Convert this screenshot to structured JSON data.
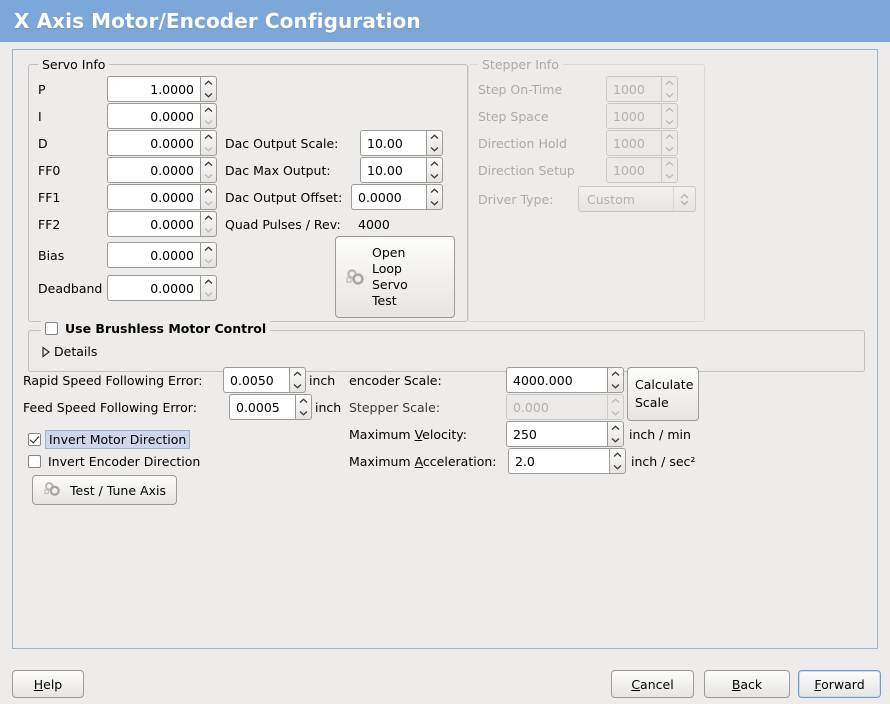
{
  "window": {
    "title": "X Axis Motor/Encoder Configuration",
    "title_bg": "#7da7d9",
    "body_bg": "#edecea"
  },
  "servo_info": {
    "legend": "Servo Info",
    "rows": [
      {
        "label": "P",
        "value": "1.0000",
        "up_enabled": true,
        "down_enabled": true
      },
      {
        "label": "I",
        "value": "0.0000",
        "up_enabled": true,
        "down_enabled": false
      },
      {
        "label": "D",
        "value": "0.0000",
        "up_enabled": true,
        "down_enabled": false
      },
      {
        "label": "FF0",
        "value": "0.0000",
        "up_enabled": true,
        "down_enabled": false
      },
      {
        "label": "FF1",
        "value": "0.0000",
        "up_enabled": true,
        "down_enabled": false
      },
      {
        "label": "FF2",
        "value": "0.0000",
        "up_enabled": true,
        "down_enabled": false
      },
      {
        "label": "Bias",
        "value": "0.0000",
        "up_enabled": true,
        "down_enabled": false
      },
      {
        "label": "Deadband",
        "value": "0.0000",
        "up_enabled": true,
        "down_enabled": false
      }
    ],
    "dac": [
      {
        "label": "Dac Output Scale:",
        "value": "10.00"
      },
      {
        "label": "Dac Max Output:",
        "value": "10.00"
      },
      {
        "label": "Dac Output Offset:",
        "value": "0.0000"
      }
    ],
    "quad_label": "Quad Pulses / Rev:",
    "quad_value": "4000",
    "open_loop_button": {
      "line1": "Open",
      "line2": "Loop",
      "line3": "Servo",
      "line4": "Test",
      "icon": "gears-icon"
    }
  },
  "stepper_info": {
    "legend": "Stepper Info",
    "enabled": false,
    "rows": [
      {
        "label": "Step On-Time",
        "value": "1000"
      },
      {
        "label": "Step Space",
        "value": "1000"
      },
      {
        "label": "Direction Hold",
        "value": "1000"
      },
      {
        "label": "Direction Setup",
        "value": "1000"
      }
    ],
    "driver_type_label": "Driver Type:",
    "driver_type_value": "Custom"
  },
  "brushless": {
    "checkbox_label": "Use Brushless Motor Control",
    "checked": false,
    "details_label": "Details",
    "details_expanded": false
  },
  "errors": {
    "rapid_label": "Rapid Speed Following Error:",
    "rapid_value": "0.0050",
    "rapid_unit": "inch",
    "feed_label": "Feed Speed Following Error:",
    "feed_value": "0.0005",
    "feed_unit": "inch"
  },
  "inverts": {
    "motor_label": "Invert Motor Direction",
    "motor_checked": true,
    "motor_focused": true,
    "encoder_label": "Invert Encoder Direction",
    "encoder_checked": false
  },
  "test_tune_button": {
    "label": "Test / Tune Axis",
    "icon": "gears-icon"
  },
  "scales": {
    "encoder_label": "encoder Scale:",
    "encoder_value": "4000.000",
    "encoder_enabled": true,
    "stepper_label": "Stepper Scale:",
    "stepper_value": "0.000",
    "stepper_enabled": false,
    "calculate_button_line1": "Calculate",
    "calculate_button_line2": "Scale",
    "max_velocity_label_pre": "Maximum ",
    "max_velocity_label_mn": "V",
    "max_velocity_label_post": "elocity:",
    "max_velocity_value": "250",
    "max_velocity_unit": "inch / min",
    "max_accel_label_pre": "Maximum ",
    "max_accel_label_mn": "A",
    "max_accel_label_post": "cceleration:",
    "max_accel_value": "2.0",
    "max_accel_unit": "inch / sec²"
  },
  "actions": {
    "help_pre": "",
    "help_mn": "H",
    "help_post": "elp",
    "cancel_pre": "",
    "cancel_mn": "C",
    "cancel_post": "ancel",
    "back_pre": "",
    "back_mn": "B",
    "back_post": "ack",
    "forward_pre": "",
    "forward_mn": "F",
    "forward_post": "orward",
    "forward_focused": true
  }
}
